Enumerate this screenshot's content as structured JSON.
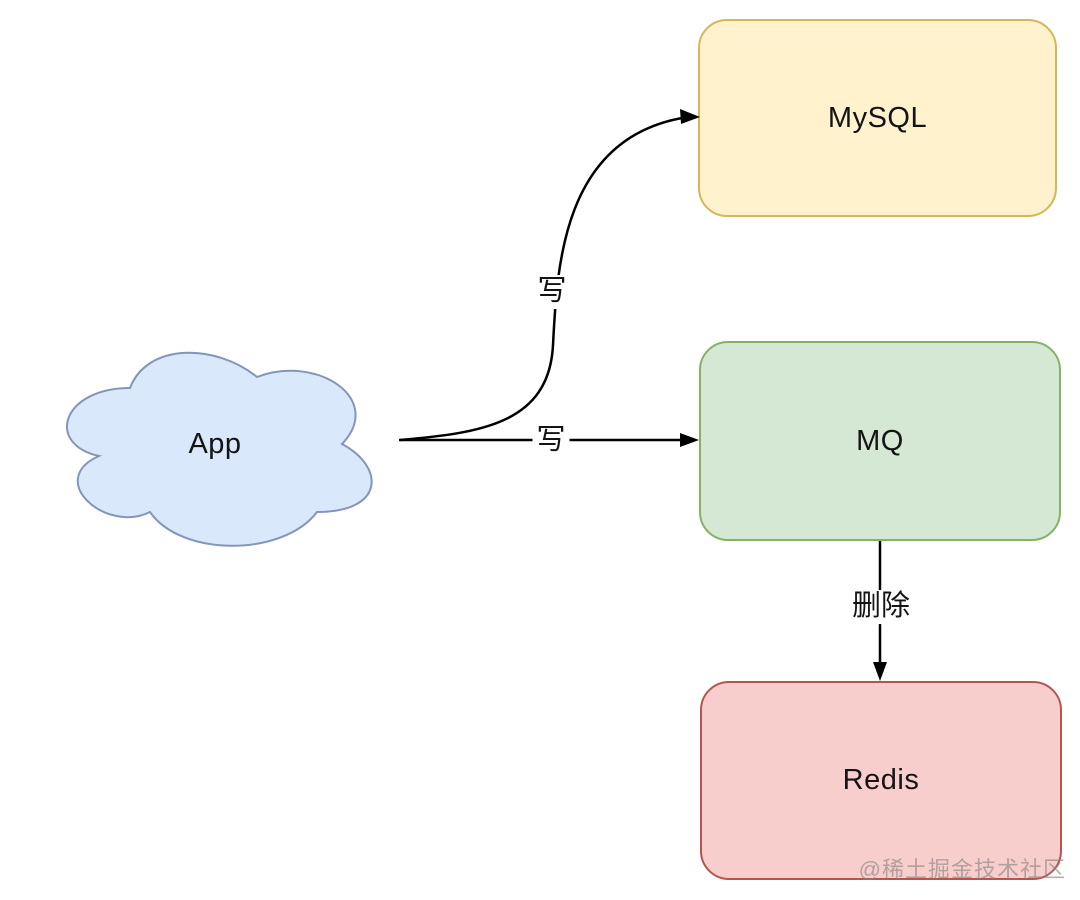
{
  "canvas": {
    "background": "#ffffff",
    "edge_color": "#000000",
    "text_color": "#141414"
  },
  "nodes": {
    "app": {
      "label": "App",
      "shape": "cloud",
      "fill": "#dae8fc",
      "stroke": "#8395b9"
    },
    "mysql": {
      "label": "MySQL",
      "shape": "rounded-rect",
      "fill": "#fff2cc",
      "stroke": "#d6b656"
    },
    "mq": {
      "label": "MQ",
      "shape": "rounded-rect",
      "fill": "#d5e8d4",
      "stroke": "#82b366"
    },
    "redis": {
      "label": "Redis",
      "shape": "rounded-rect",
      "fill": "#f8cecc",
      "stroke": "#b85450"
    }
  },
  "edges": {
    "app_to_mysql": {
      "from": "App",
      "to": "MySQL",
      "label": "写",
      "style": "curved"
    },
    "app_to_mq": {
      "from": "App",
      "to": "MQ",
      "label": "写",
      "style": "straight"
    },
    "mq_to_redis": {
      "from": "MQ",
      "to": "Redis",
      "label": "删除",
      "style": "straight"
    }
  },
  "watermark": "@稀土掘金技术社区"
}
